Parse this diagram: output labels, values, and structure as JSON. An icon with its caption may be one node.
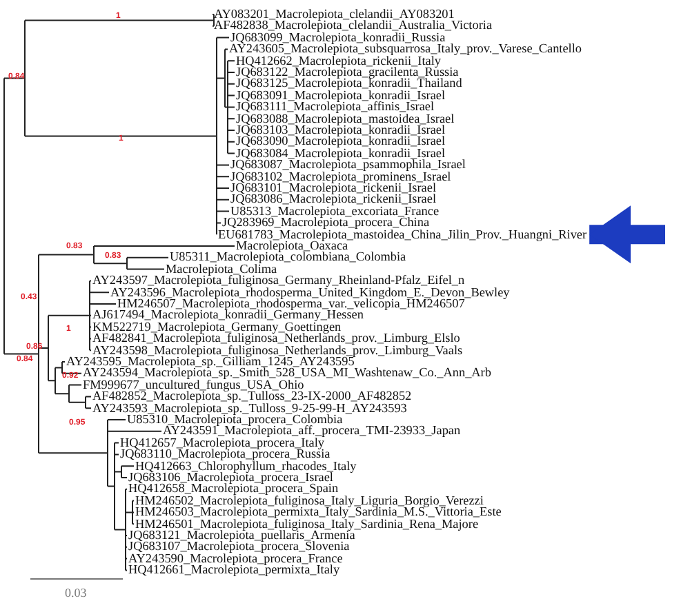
{
  "diagram": {
    "nodes": [
      {
        "text": [
          "AY083201_Macrolepiota_clelandii_AY083201"
        ]
      },
      {
        "text": [
          "AF482838_Macrolepiota_clelandii_Australia_Victoria"
        ]
      },
      {
        "text": [
          "JQ683099_Macrolepiota_konradii_Russia"
        ]
      },
      {
        "text": [
          "AY243605_Macrolepiota_subsquarrosa_Italy_prov._Varese_Cantello"
        ]
      },
      {
        "text": [
          "HQ412662_Macrolepiota_rickenii_Italy"
        ]
      },
      {
        "text": [
          "JQ683122_Macrolepiota_gracilenta_Russia"
        ]
      },
      {
        "text": [
          "JQ683125_Macrolepiota_konradii_Thailand"
        ]
      },
      {
        "text": [
          "JQ683091_Macrolepiota_konradii_Israel"
        ]
      },
      {
        "text": [
          "JQ683111_Macrolepiota_affinis_Israel"
        ]
      },
      {
        "text": [
          "JQ683088_Macrolepiota_mastoidea_Israel"
        ]
      },
      {
        "text": [
          "JQ683103_Macrolepiota_konradii_Israel"
        ]
      },
      {
        "text": [
          "JQ683090_Macrolepiota_konradii_Israel"
        ]
      },
      {
        "text": [
          "JQ683084_Macrolepiota_konradii_Israel"
        ]
      },
      {
        "text": [
          "JQ683087_Macrolepiota_psammophila_Israel"
        ]
      },
      {
        "text": [
          "JQ683102_Macrolepiota_prominens_Israel"
        ]
      },
      {
        "text": [
          "JQ683101_Macrolepiota_rickenii_Israel"
        ]
      },
      {
        "text": [
          "JQ683086_Macrolepiota_rickenii_Israel"
        ]
      },
      {
        "text": [
          "U85313_Macrolepiota_excoriata_France"
        ]
      },
      {
        "text": [
          "JQ283969_Macrolepiota_procera_China"
        ]
      },
      {
        "text": [
          "EU681783_Macrolepiota_mastoidea_China_Jilin_Prov._Huangni_River"
        ]
      },
      {
        "text": [
          "Macrolepiota_Oaxaca"
        ]
      },
      {
        "text": [
          "U85311_Macrolepiota_colombiana_Colombia"
        ]
      },
      {
        "text": [
          "Macrolepiota_Colima"
        ]
      },
      {
        "text": [
          "AY243597_Macrolepiota_fuliginosa_Germany_Rheinland-Pfalz_Eifel_n"
        ]
      },
      {
        "text": [
          "AY243596_Macrolepiota_rhodosperma_United_Kingdom_E._Devon_Bewley"
        ]
      },
      {
        "text": [
          "HM246507_Macrolepiota_rhodosperma_var._velicopia_HM246507"
        ]
      },
      {
        "text": [
          "AJ617494_Macrolepiota_konradii_Germany_Hessen"
        ]
      },
      {
        "text": [
          "KM522719_Macrolepiota_Germany_Goettingen"
        ]
      },
      {
        "text": [
          "AF482841_Macrolepiota_fuliginosa_Netherlands_prov._Limburg_Elslo"
        ]
      },
      {
        "text": [
          "AY243598_Macrolepiota_fuliginosa_Netherlands_prov._Limburg_Vaals"
        ]
      },
      {
        "text": [
          "AY243595_Macrolepiota_sp._Gilliam_1245_AY243595"
        ]
      },
      {
        "text": [
          "AY243594_Macrolepiota_sp._Smith_528_USA_MI_Washtenaw_Co._Ann_Arb"
        ]
      },
      {
        "text": [
          "FM999677_uncultured_fungus_USA_Ohio"
        ]
      },
      {
        "text": [
          "AF482852_Macrolepiota_sp._Tulloss_23-IX-2000_AF482852"
        ]
      },
      {
        "text": [
          "AY243593_Macrolepiota_sp._Tulloss_9-25-99-H_AY243593"
        ]
      },
      {
        "text": [
          "U85310_Macrolepiota_procera_Colombia"
        ]
      },
      {
        "text": [
          "AY243591_Macrolepiota_aff._procera_TMI-23933_Japan"
        ]
      },
      {
        "text": [
          "HQ412657_Macrolepiota_procera_Italy"
        ]
      },
      {
        "text": [
          "JQ683110_Macrolepiota_procera_Russia"
        ]
      },
      {
        "text": [
          "HQ412663_Chlorophyllum_rhacodes_Italy"
        ]
      },
      {
        "text": [
          "JQ683106_Macrolepiota_procera_Israel"
        ]
      },
      {
        "text": [
          "HQ412658_Macrolepiota_procera_Spain"
        ]
      },
      {
        "text": [
          "HM246502_Macrolepiota_fuliginosa_Italy_Liguria_Borgio_Verezzi"
        ]
      },
      {
        "text": [
          "HM246503_Macrolepiota_permixta_Italy_Sardinia_M.S._Vittoria_Este"
        ]
      },
      {
        "text": [
          "HM246501_Macrolepiota_fuliginosa_Italy_Sardinia_Rena_Majore"
        ]
      },
      {
        "text": [
          "JQ683121_Macrolepiota_puellaris_Armenia"
        ]
      },
      {
        "text": [
          "JQ683107_Macrolepiota_procera_Slovenia"
        ]
      },
      {
        "text": [
          "AY243590_Macrolepiota_procera_France"
        ]
      },
      {
        "text": [
          "HQ412661_Macrolepiota_permixta_Italy"
        ]
      }
    ],
    "edges": [
      {
        "from": null,
        "to": 19,
        "arrow": "to"
      }
    ],
    "labels": [
      "1",
      "0.84",
      "1",
      "0.83",
      "0.83",
      "0.43",
      "1",
      "0.86",
      "0.84",
      "0.92",
      "0.95",
      "0.03"
    ]
  }
}
